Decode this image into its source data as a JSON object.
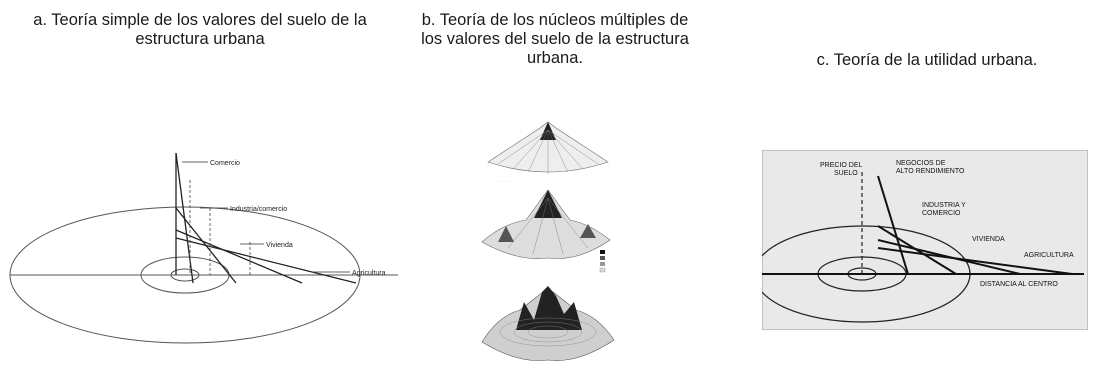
{
  "captions": {
    "a": "a. Teoría simple de los valores del suelo de la estructura urbana",
    "b": "b. Teoría de los núcleos múltiples de los valores del suelo de la estructura urbana.",
    "c": "c. Teoría de la utilidad urbana."
  },
  "figure_a": {
    "labels": {
      "comercio": "Comercio",
      "industria": "Industria/comercio",
      "vivienda": "Vivienda",
      "agricultura": "Agricultura"
    }
  },
  "figure_c": {
    "labels": {
      "precio_1": "PRECIO DEL",
      "precio_2": "SUELO",
      "negocios_1": "NEGOCIOS DE",
      "negocios_2": "ALTO RENDIMIENTO",
      "industria_1": "INDUSTRIA Y",
      "industria_2": "COMERCIO",
      "vivienda": "VIVIENDA",
      "agricultura": "AGRICULTURA",
      "distancia": "DISTANCIA AL CENTRO"
    }
  },
  "colors": {
    "line": "#222222",
    "panel_bg": "#e9e9e9",
    "sketch": "#555555"
  }
}
